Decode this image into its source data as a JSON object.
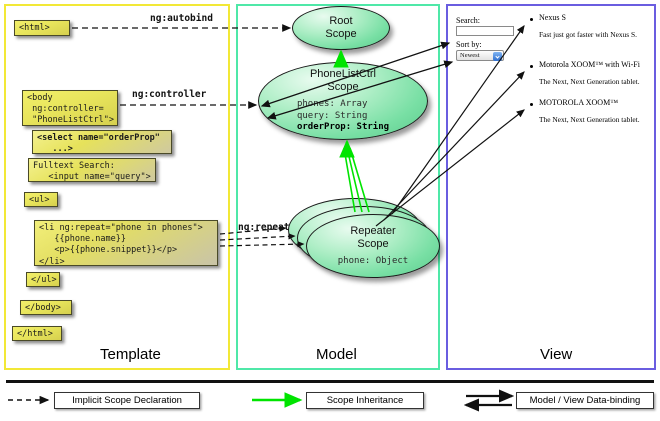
{
  "panels": {
    "template": {
      "label": "Template",
      "border_color": "#f2e836"
    },
    "model": {
      "label": "Model",
      "border_color": "#4fe8a8"
    },
    "view": {
      "label": "View",
      "border_color": "#6a5de0"
    }
  },
  "template_boxes": [
    {
      "id": "html-open",
      "text": "<html>"
    },
    {
      "id": "body-open",
      "text": "<body\n ng:controller=\n \"PhoneListCtrl\">"
    },
    {
      "id": "select",
      "text": "<select name=\"orderProp\"\n   ...>"
    },
    {
      "id": "search",
      "text": "Fulltext Search:\n   <input name=\"query\">"
    },
    {
      "id": "ul-open",
      "text": "<ul>"
    },
    {
      "id": "li-repeat",
      "text": "<li ng:repeat=\"phone in phones\">\n   {{phone.name}}\n   <p>{{phone.snippet}}</p>\n</li>"
    },
    {
      "id": "ul-close",
      "text": "</ul>"
    },
    {
      "id": "body-close",
      "text": "</body>"
    },
    {
      "id": "html-close",
      "text": "</html>"
    }
  ],
  "connector_labels": [
    {
      "id": "ng-autobind",
      "text": "ng:autobind"
    },
    {
      "id": "ng-controller",
      "text": "ng:controller"
    },
    {
      "id": "ng-repeat",
      "text": "ng:repeat"
    }
  ],
  "scopes": [
    {
      "id": "root",
      "title": "Root\nScope",
      "props": ""
    },
    {
      "id": "ctrl",
      "title": "PhoneListCtrl\nScope",
      "props": "phones: Array\nquery: String\norderProp: String",
      "bold_prop": "orderProp: String"
    },
    {
      "id": "repeater",
      "title": "Repeater\nScope",
      "props": "phone: Object"
    }
  ],
  "view": {
    "search_label": "Search:",
    "search_value": "",
    "sort_label": "Sort by:",
    "sort_selected": "Newest",
    "sort_options": [
      "Newest"
    ],
    "phones": [
      {
        "name": "Nexus S",
        "snippet": "Fast just got faster with Nexus S."
      },
      {
        "name": "Motorola XOOM™  with Wi-Fi",
        "snippet": "The Next, Next Generation tablet."
      },
      {
        "name": "MOTOROLA XOOM™",
        "snippet": "The Next, Next Generation tablet."
      }
    ]
  },
  "legend": [
    {
      "id": "implicit-scope-declaration",
      "label": "Implicit Scope Declaration",
      "style": "dashed-arrow",
      "color": "#111111"
    },
    {
      "id": "scope-inheritance",
      "label": "Scope Inheritance",
      "style": "green-arrow",
      "color": "#00e400"
    },
    {
      "id": "model-view-data-binding",
      "label": "Model / View Data-binding",
      "style": "double-arrow",
      "color": "#111111"
    }
  ]
}
